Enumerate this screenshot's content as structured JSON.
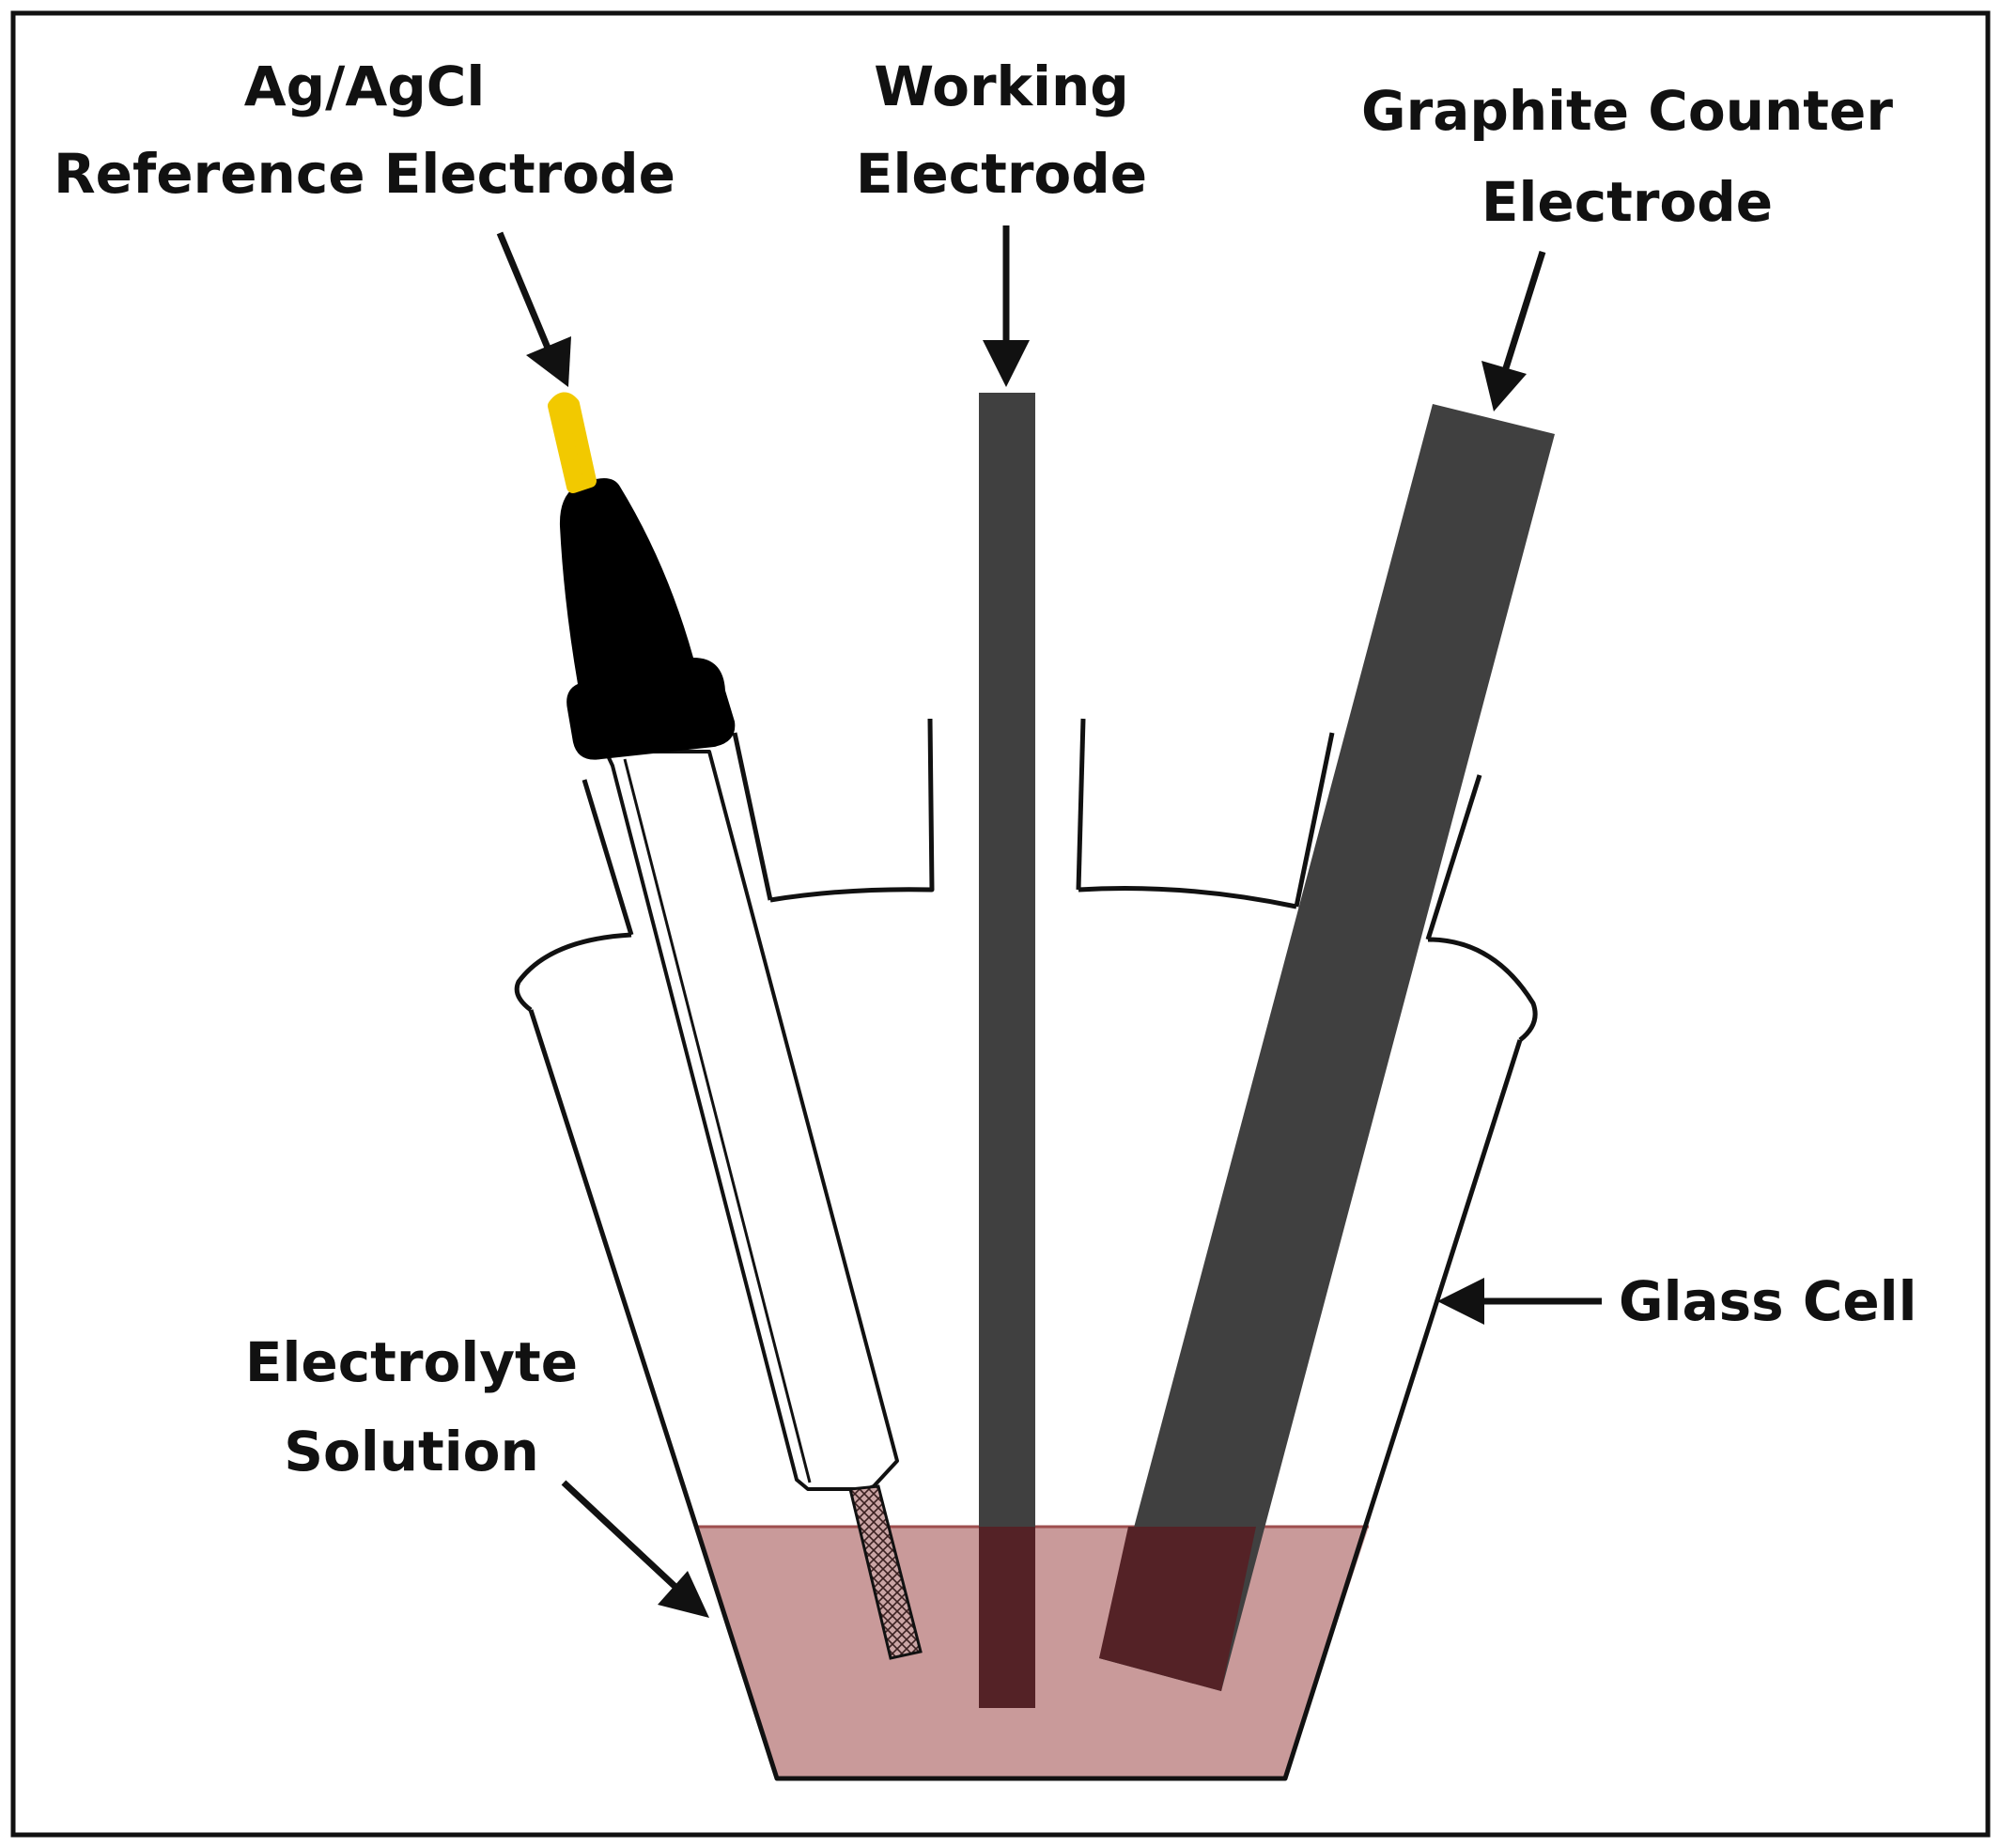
{
  "labels": {
    "reference_line1": "Ag/AgCl",
    "reference_line2": "Reference Electrode",
    "working_line1": "Working",
    "working_line2": "Electrode",
    "counter_line1": "Graphite Counter",
    "counter_line2": "Electrode",
    "glass_cell": "Glass Cell",
    "electrolyte_line1": "Electrolyte",
    "electrolyte_line2": "Solution"
  },
  "colors": {
    "outline": "#111111",
    "electrode_dark": "#404040",
    "electrolyte_fill": "#C99A9A",
    "electrolyte_edge": "#9E4E4E",
    "immersed_dark": "#542226",
    "reference_cap": "#000000",
    "reference_tip": "#F2C900"
  }
}
